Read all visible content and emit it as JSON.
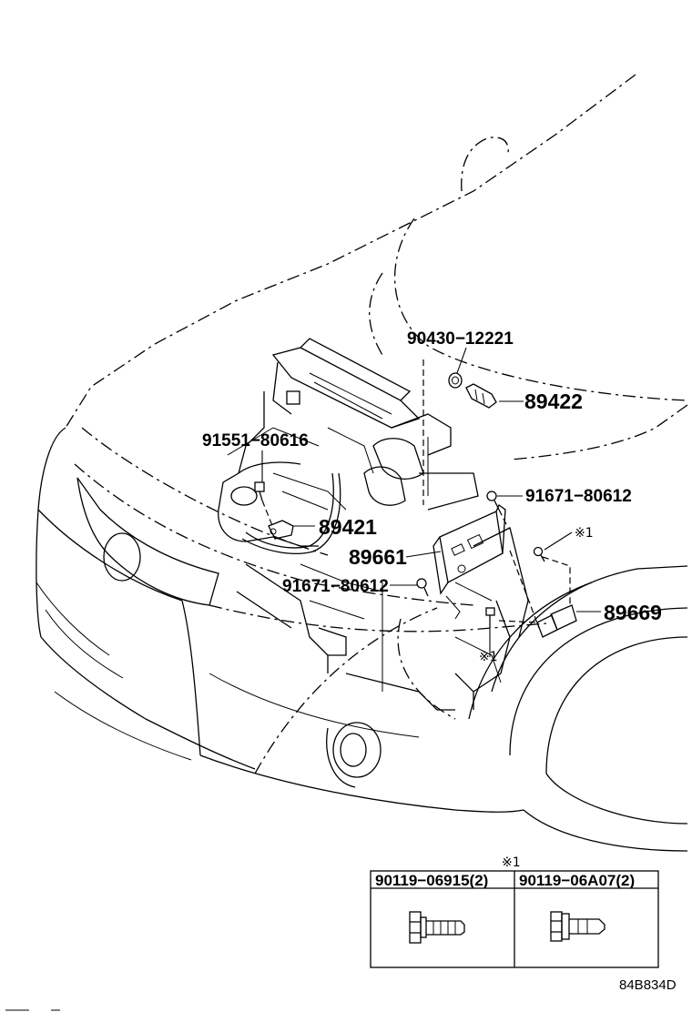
{
  "callouts": {
    "p90430": "90430−12221",
    "p89422": "89422",
    "p91551": "91551−80616",
    "p89421": "89421",
    "p91671_a": "91671−80612",
    "p89661": "89661",
    "p91671_b": "91671−80612",
    "p89669": "89669",
    "note_mark_a": "※1",
    "note_mark_b": "※1"
  },
  "fastener_table": {
    "title_mark": "※1",
    "columns": [
      {
        "label": "90119−06915(2)"
      },
      {
        "label": "90119−06A07(2)"
      }
    ]
  },
  "illustration_code": "84B834D"
}
